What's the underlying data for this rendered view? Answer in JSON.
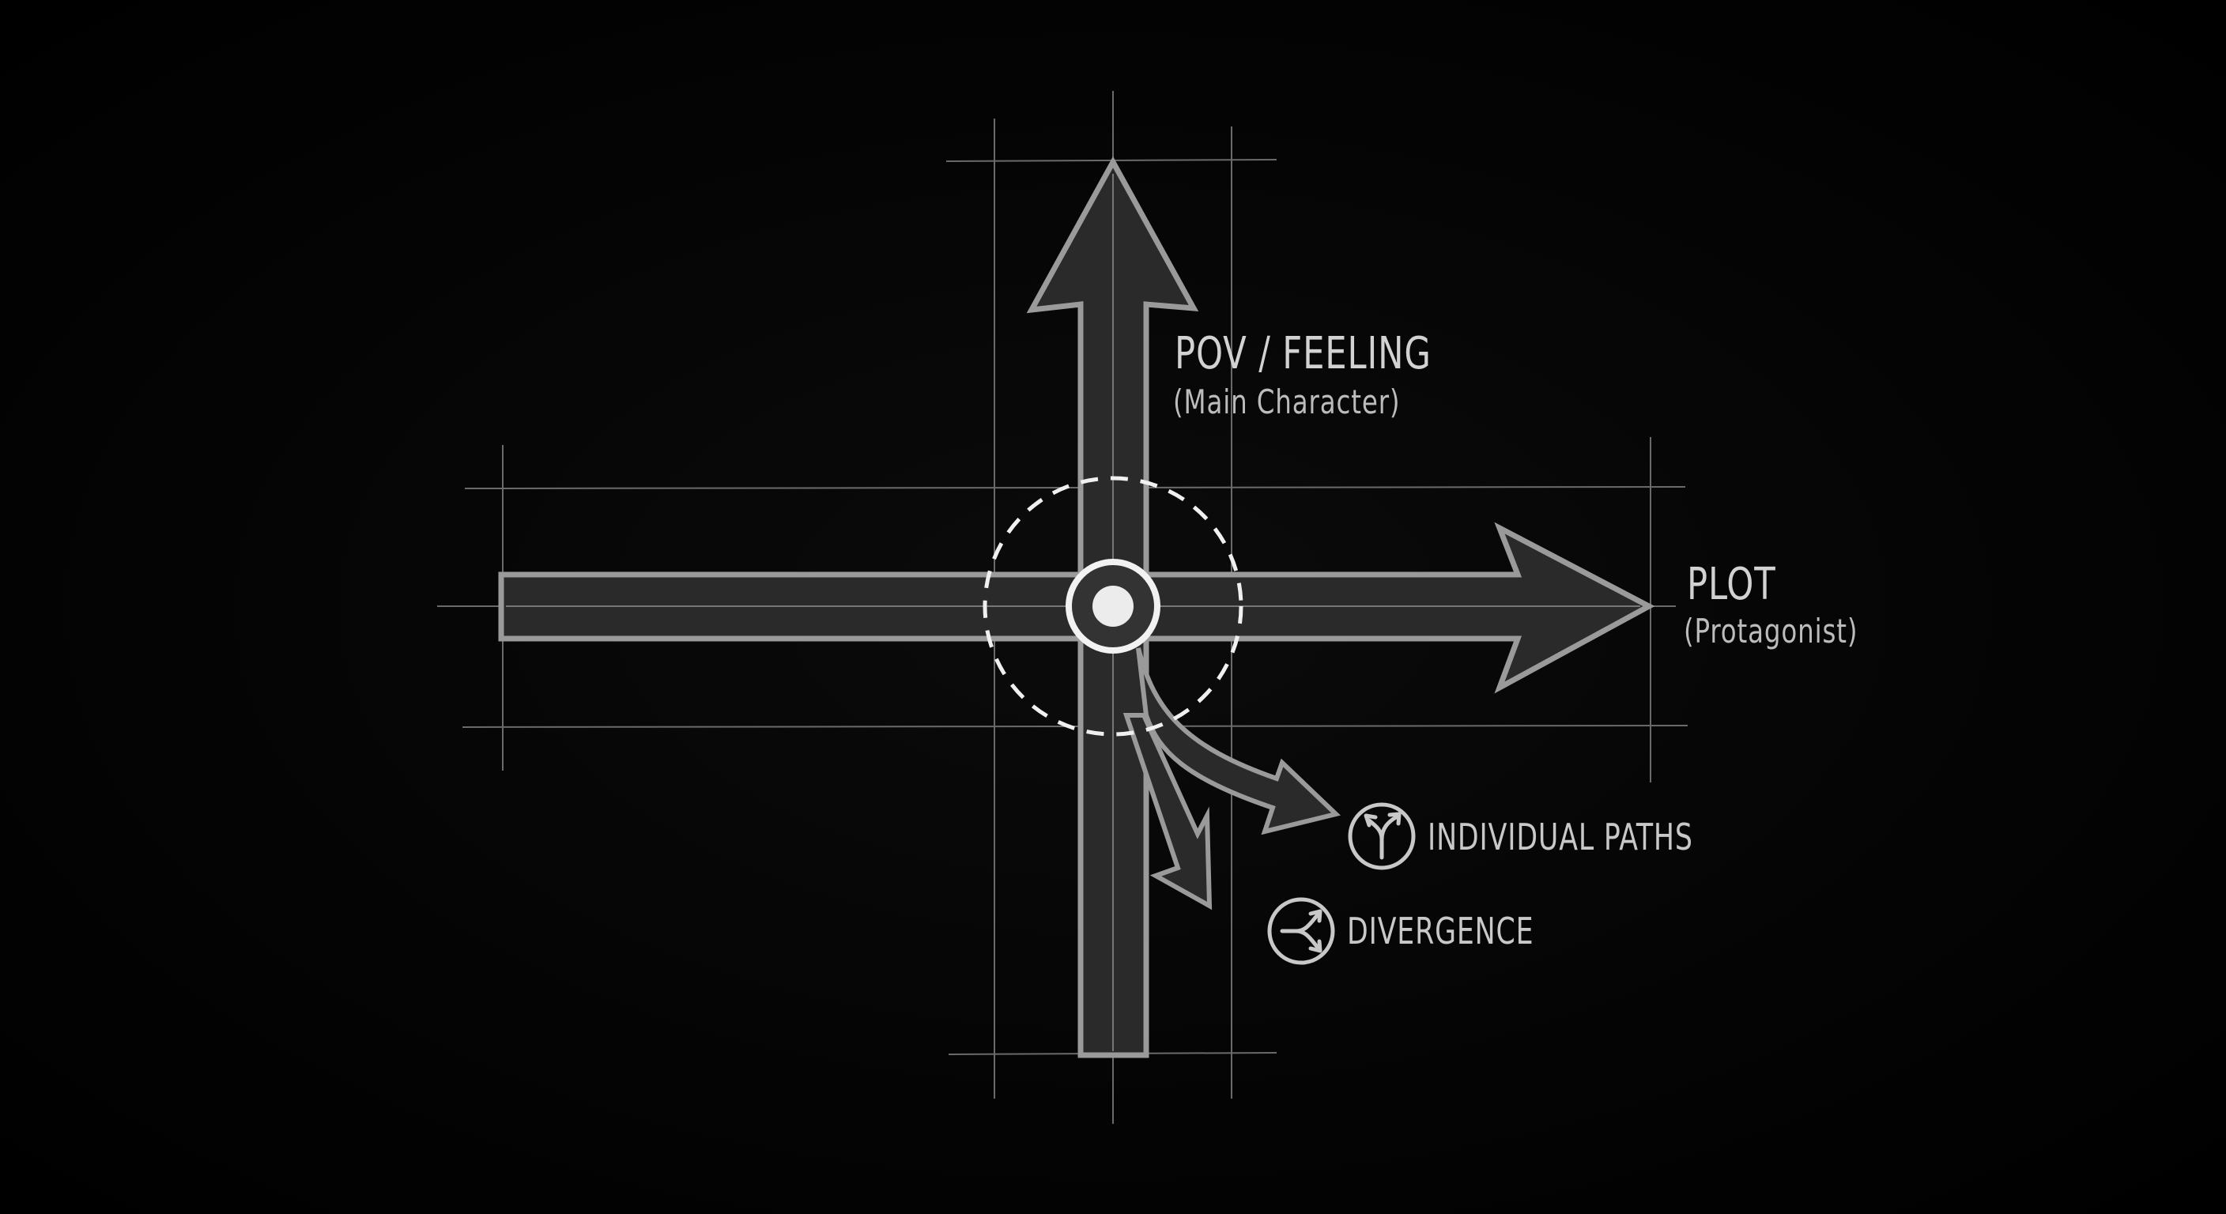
{
  "diagram": {
    "vertical_axis": {
      "title": "POV / FEELING",
      "subtitle": "(Main Character)"
    },
    "horizontal_axis": {
      "title": "PLOT",
      "subtitle": "(Protagonist)"
    },
    "branches": [
      {
        "icon": "split-paths-icon",
        "label": "INDIVIDUAL PATHS"
      },
      {
        "icon": "divergence-icon",
        "label": "DIVERGENCE"
      }
    ],
    "center": {
      "marker": "origin-point",
      "zone": "dashed-intersection-circle"
    }
  },
  "colors": {
    "background": "#000000",
    "arrow_fill": "#2a2a2a",
    "arrow_stroke": "#9a9a9a",
    "construction_line": "#6e6e6e",
    "highlight": "#f0f0f0",
    "text": "#d2d2d2"
  }
}
